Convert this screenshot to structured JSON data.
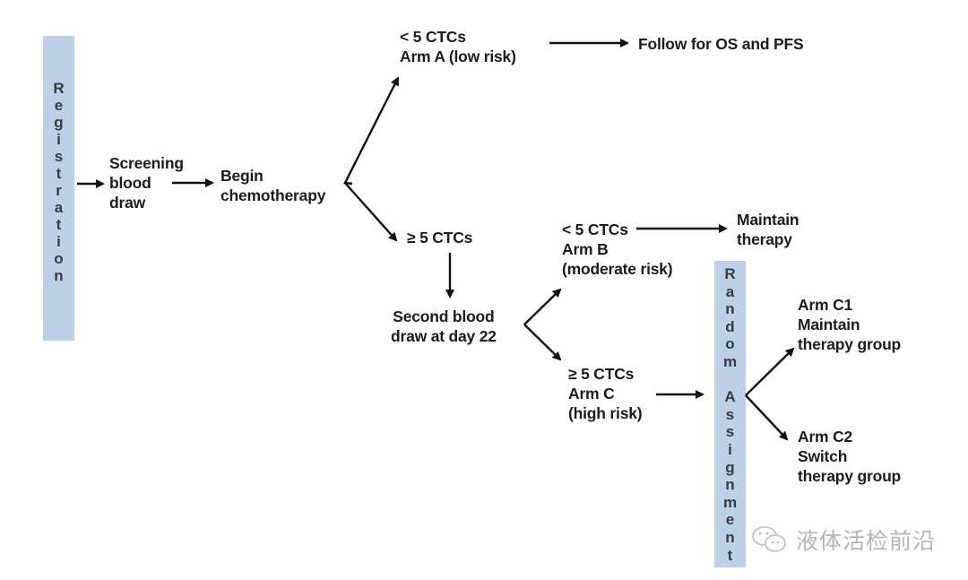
{
  "diagram": {
    "registration_label": [
      "R",
      "e",
      "g",
      "i",
      "s",
      "t",
      "r",
      "a",
      "t",
      "i",
      "o",
      "n"
    ],
    "random_assignment_label": [
      "R",
      "a",
      "n",
      "d",
      "o",
      "m",
      " ",
      "A",
      "s",
      "s",
      "i",
      "g",
      "n",
      "m",
      "e",
      "n",
      "t"
    ],
    "nodes": {
      "screening": "Screening\nblood\ndraw",
      "begin_chemo": "Begin\nchemotherapy",
      "arm_a": "< 5 CTCs\nArm A (low risk)",
      "follow": "Follow for OS and PFS",
      "ge5_first": "≥ 5 CTCs",
      "second_draw": "Second blood\ndraw at day 22",
      "arm_b": "< 5 CTCs\nArm B\n(moderate risk)",
      "maintain": "Maintain\ntherapy",
      "arm_c": "≥ 5 CTCs\nArm C\n(high risk)",
      "arm_c1": "Arm C1\nMaintain\ntherapy group",
      "arm_c2": "Arm C2\nSwitch\ntherapy group"
    },
    "edges": [
      {
        "from": "registration",
        "to": "screening"
      },
      {
        "from": "screening",
        "to": "begin_chemo"
      },
      {
        "from": "begin_chemo",
        "to": "arm_a"
      },
      {
        "from": "begin_chemo",
        "to": "ge5_first"
      },
      {
        "from": "arm_a",
        "to": "follow"
      },
      {
        "from": "ge5_first",
        "to": "second_draw"
      },
      {
        "from": "second_draw",
        "to": "arm_b"
      },
      {
        "from": "second_draw",
        "to": "arm_c"
      },
      {
        "from": "arm_b",
        "to": "maintain"
      },
      {
        "from": "arm_c",
        "to": "random_assignment"
      },
      {
        "from": "random_assignment",
        "to": "arm_c1"
      },
      {
        "from": "random_assignment",
        "to": "arm_c2"
      }
    ],
    "colors": {
      "bar": "#bcd0e8",
      "text": "#1c1c1c",
      "watermark": "#b5b5b5"
    }
  },
  "watermark": {
    "icon": "wechat-icon",
    "text": "液体活检前沿"
  }
}
